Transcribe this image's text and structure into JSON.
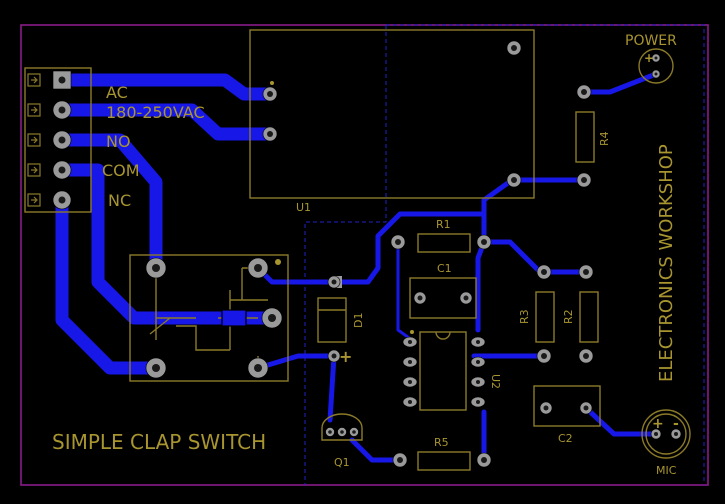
{
  "board": {
    "title": "SIMPLE CLAP SWITCH",
    "side_label": "ELECTRONICS WORKSHOP"
  },
  "connector": {
    "pins": [
      "AC",
      "180-250VAC",
      "NO",
      "COM",
      "NC"
    ],
    "visible_labels": [
      "AC",
      "180-250VAC",
      "NO",
      "COM",
      "NC"
    ]
  },
  "components": {
    "u1": "U1",
    "u2": "U2",
    "r1": "R1",
    "r2": "R2",
    "r3": "R3",
    "r4": "R4",
    "r5": "R5",
    "c1": "C1",
    "c2": "C2",
    "d1": "D1",
    "q1": "Q1",
    "power": "POWER",
    "mic": "MIC",
    "plus": "+",
    "minus": "-"
  },
  "colors": {
    "background": "#000000",
    "trace": "#1717e8",
    "silkscreen": "#8b7a28",
    "pad": "#9a9a9a",
    "edge": "#8a1c8a"
  }
}
